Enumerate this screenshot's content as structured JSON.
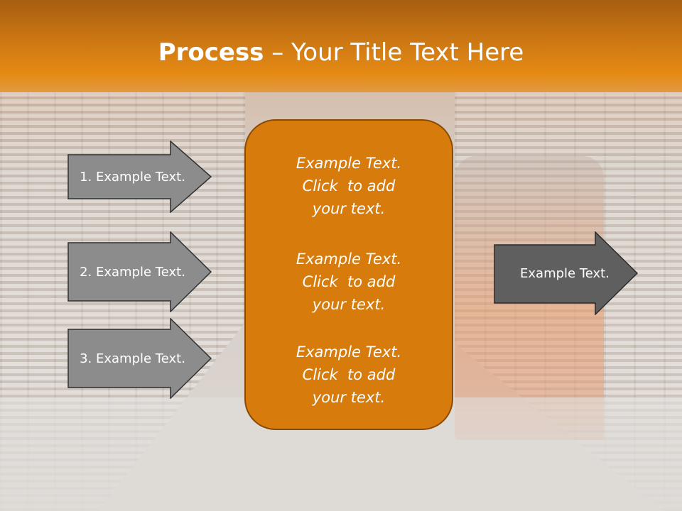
{
  "title": {
    "bold": "Process",
    "rest": " – Your Title Text Here"
  },
  "left_arrows": [
    {
      "label": "1. Example Text."
    },
    {
      "label": "2. Example Text."
    },
    {
      "label": "3. Example Text."
    }
  ],
  "center_panel": {
    "blocks": [
      {
        "lines": [
          "Example Text.",
          "Click  to add",
          "your text."
        ]
      },
      {
        "lines": [
          "Example Text.",
          "Click  to add",
          "your text."
        ]
      },
      {
        "lines": [
          "Example Text.",
          "Click  to add",
          "your text."
        ]
      }
    ]
  },
  "right_arrow": {
    "label": "Example Text."
  },
  "colors": {
    "title_band": "#c97513",
    "panel": "#d67b0c",
    "left_arrow": "#8c8c8c",
    "right_arrow": "#5f5f5f"
  }
}
